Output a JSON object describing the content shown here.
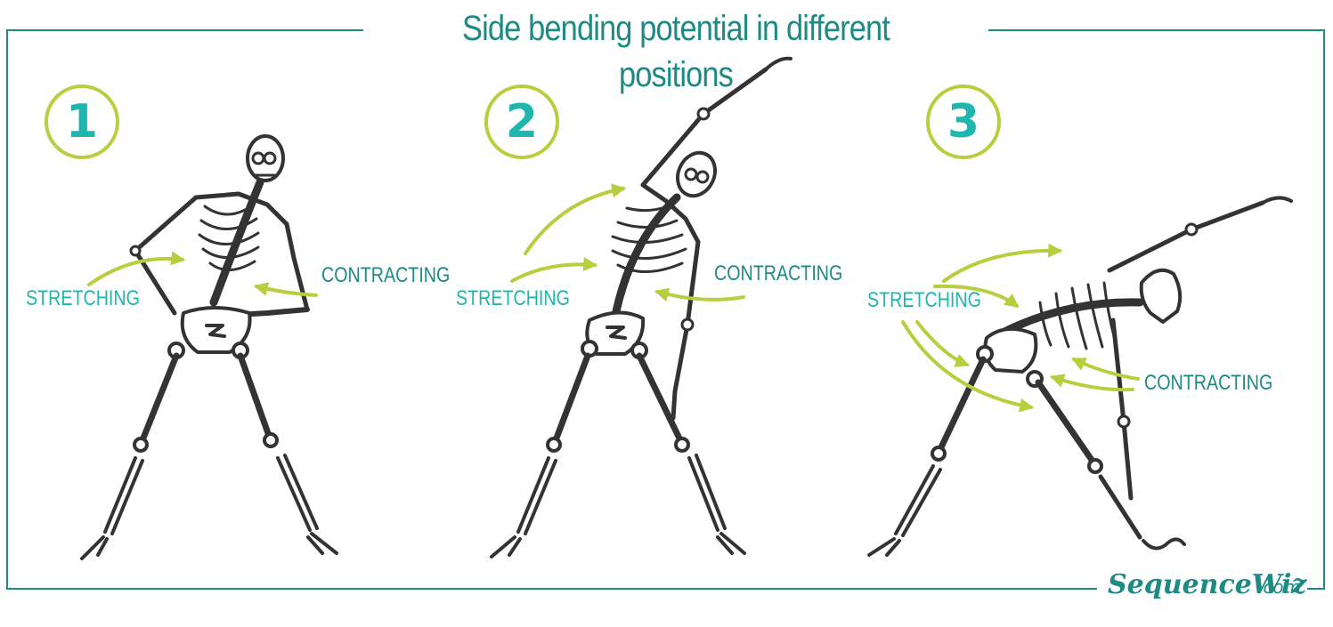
{
  "title": "Side bending potential in different positions",
  "panels": [
    {
      "number": "1",
      "stretching_label": "STRETCHING",
      "contracting_label": "CONTRACTING"
    },
    {
      "number": "2",
      "stretching_label": "STRETCHING",
      "contracting_label": "CONTRACTING"
    },
    {
      "number": "3",
      "stretching_label": "STRETCHING",
      "contracting_label": "CONTRACTING"
    }
  ],
  "logo": {
    "name": "SequenceWiz",
    "tld": ".com"
  },
  "colors": {
    "teal": "#1e8a84",
    "turquoise": "#1fb7ad",
    "lime": "#b7cf3e",
    "bone": "#333333"
  }
}
